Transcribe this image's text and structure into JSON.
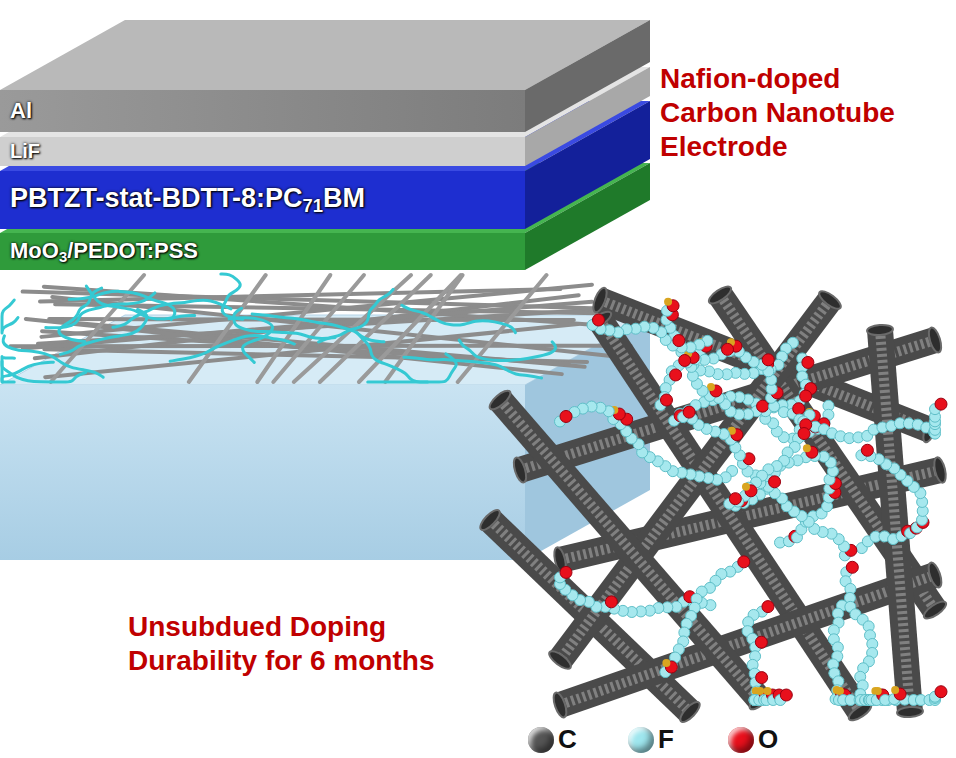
{
  "diagram": {
    "nodes": [
      {
        "text": [
          "Al"
        ]
      },
      {
        "text": [
          "LiF"
        ]
      },
      {
        "text": [
          "PBTZT-stat-BDTT-8:PC71BM"
        ]
      },
      {
        "text": [
          "MoO3/PEDOT:PSS"
        ]
      }
    ],
    "labels": [
      "Nafion-doped Carbon Nanotube Electrode",
      "Unsubdued Doping Durability for 6 months"
    ],
    "legend": [
      {
        "text": "C",
        "color": "#555555"
      },
      {
        "text": "F",
        "color": "#9ee6ee"
      },
      {
        "text": "O",
        "color": "#e8101c"
      }
    ]
  }
}
